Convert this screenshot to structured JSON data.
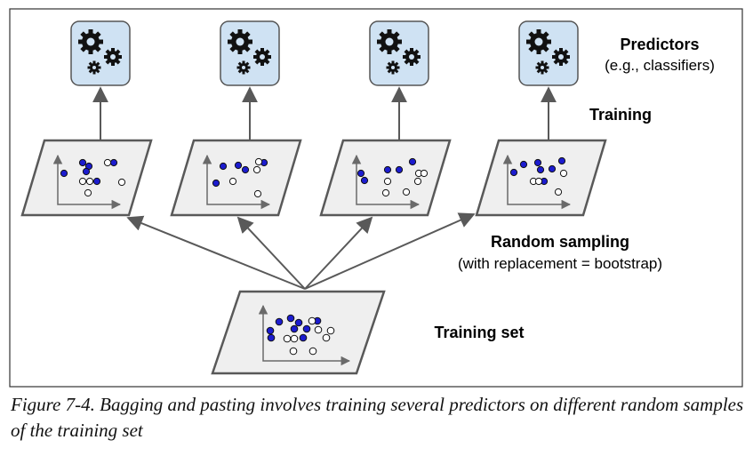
{
  "labels": {
    "predictors_title": "Predictors",
    "predictors_sub": "(e.g., classifiers)",
    "training": "Training",
    "random_sampling": "Random sampling",
    "random_sampling_sub": "(with replacement = bootstrap)",
    "training_set": "Training set"
  },
  "caption": "Figure 7-4. Bagging and pasting involves training several predictors on different random samples of the training set",
  "icons": {
    "predictor": "gears-icon"
  },
  "colors": {
    "frame": "#333333",
    "predictor_box_fill": "#cfe2f3",
    "predictor_box_stroke": "#555555",
    "plane_fill": "#efefef",
    "plane_stroke": "#595959",
    "blue_point": "#1c1ccf",
    "white_point": "#ffffff",
    "arrow": "#595959"
  }
}
